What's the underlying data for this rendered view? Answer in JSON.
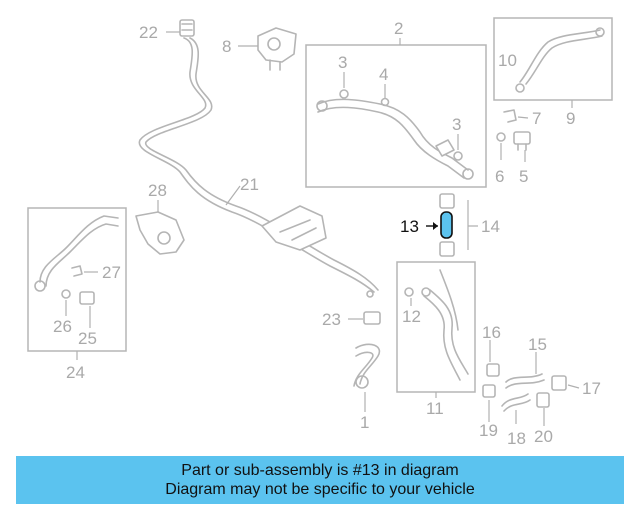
{
  "callouts": {
    "c1": "1",
    "c2": "2",
    "c3a": "3",
    "c3b": "3",
    "c4": "4",
    "c5": "5",
    "c6": "6",
    "c7": "7",
    "c8": "8",
    "c9": "9",
    "c10": "10",
    "c11": "11",
    "c12": "12",
    "c13": "13",
    "c14": "14",
    "c15": "15",
    "c16": "16",
    "c17": "17",
    "c18": "18",
    "c19": "19",
    "c20": "20",
    "c21": "21",
    "c22": "22",
    "c23": "23",
    "c24": "24",
    "c25": "25",
    "c26": "26",
    "c27": "27",
    "c28": "28"
  },
  "highlighted_part": "13",
  "colors": {
    "banner": "#5bc3ef",
    "parts": "#b5b5b5",
    "highlight": "#5bc3ef"
  },
  "banner": {
    "line1": "Part or sub-assembly is #13 in diagram",
    "line2": "Diagram may not be specific to your vehicle"
  }
}
